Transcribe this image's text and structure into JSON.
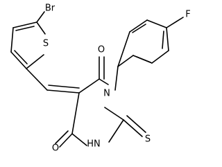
{
  "atoms": {
    "br": "Br",
    "s_ring": "S",
    "o_upper": "O",
    "n1": "N",
    "f": "F",
    "o_lower": "O",
    "nh": "HN",
    "s_thione": "S"
  }
}
